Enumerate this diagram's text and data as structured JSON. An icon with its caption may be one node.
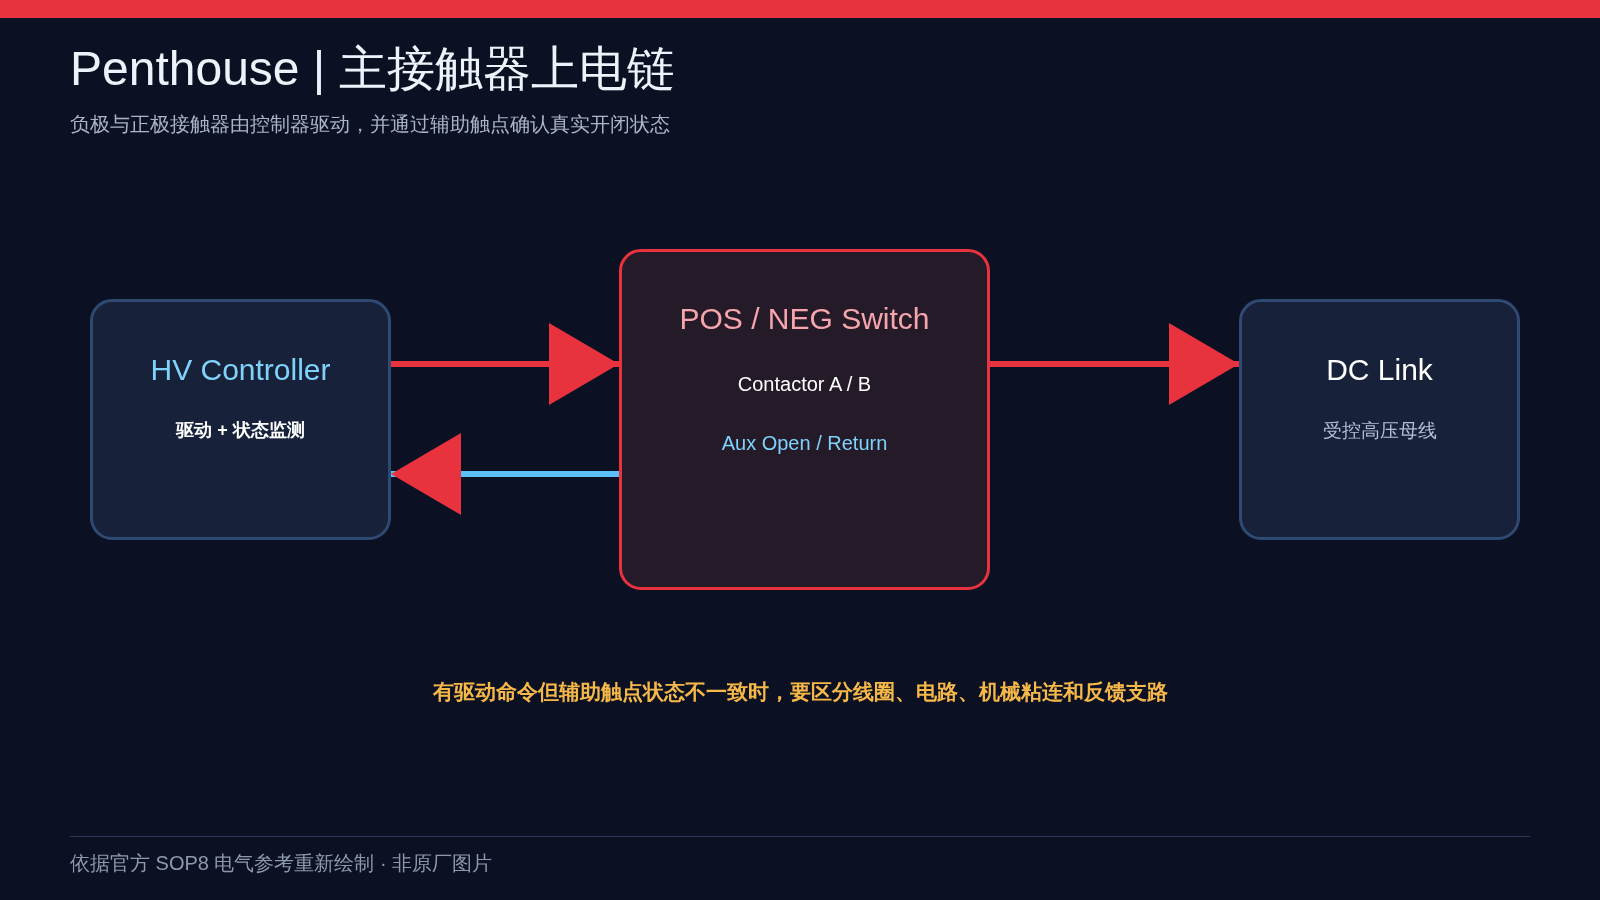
{
  "diagram": {
    "title": "Penthouse | 主接触器上电链",
    "nodes": [
      {
        "text": [
          "HV Controller",
          "驱动 + 状态监测"
        ]
      },
      {
        "text": [
          "POS / NEG Switch",
          "Contactor A / B",
          "Aux Open / Return"
        ]
      },
      {
        "text": [
          "DC Link",
          "受控高压母线"
        ]
      }
    ],
    "edges": [
      {
        "from": 0,
        "to": 1,
        "arrow": "to"
      },
      {
        "from": 1,
        "to": 0,
        "arrow": "to",
        "color": "#5bc0f8"
      },
      {
        "from": 1,
        "to": 2,
        "arrow": "to"
      }
    ],
    "labels": [
      "负极与正极接触器由控制器驱动，并通过辅助触点确认真实开闭状态",
      "有驱动命令但辅助触点状态不一致时，要区分线圈、电路、机械粘连和反馈支路",
      "依据官方 SOP8 电气参考重新绘制 · 非原厂图片"
    ]
  }
}
